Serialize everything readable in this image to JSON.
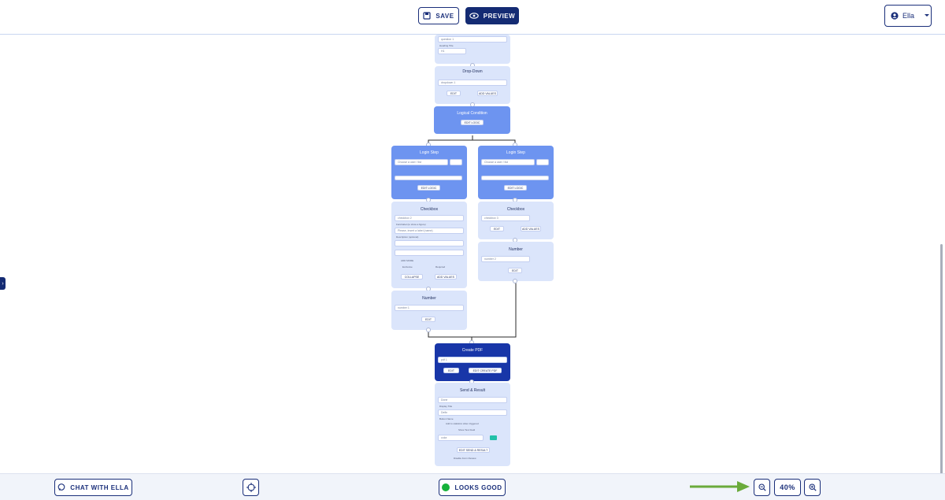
{
  "toolbar": {
    "save_label": "SAVE",
    "preview_label": "PREVIEW"
  },
  "user": {
    "name": "Ella"
  },
  "bottom": {
    "chat_label": "CHAT WITH ELLA",
    "status_label": "LOOKS GOOD",
    "zoom_level": "40%"
  },
  "colors": {
    "accent": "#142b73",
    "node_light": "#dbe5fb",
    "node_mid": "#6d94f0",
    "node_dark": "#1836a8",
    "status_green": "#16b23a",
    "arrow_green": "#6aaa3b"
  },
  "flow": {
    "top_field_1": "question 1",
    "top_hint": "Heading Title",
    "top_select": "H1",
    "dropdown": {
      "title": "Drop-Down",
      "field": "dropdown 1",
      "edit": "EDIT",
      "add_values": "ADD VALUES"
    },
    "logical": {
      "title": "Logical Condition",
      "edit_logic": "EDIT LOGIC"
    },
    "login_left": {
      "title": "Login Step",
      "field": "Choose a user / list",
      "edit_logic": "EDIT LOGIC"
    },
    "login_right": {
      "title": "Login Step",
      "field": "Choose a user / list",
      "edit_logic": "EDIT LOGIC"
    },
    "checkbox_left": {
      "title": "Checkbox",
      "field": "checkbox 2",
      "hint_1": "Field label (to show a figure)",
      "hint_2": "Please, insert a label (name)",
      "hint_3": "Description (optional)",
      "add_more": "ADD MORE",
      "exclusive": "Exclusive",
      "required": "Required",
      "collapse": "COLLAPSE",
      "add_values": "ADD VALUES"
    },
    "checkbox_right": {
      "title": "Checkbox",
      "field": "checkbox 3",
      "edit": "EDIT",
      "add_values": "ADD VALUES"
    },
    "number_left": {
      "title": "Number",
      "field": "number 1",
      "edit": "EDIT"
    },
    "number_right": {
      "title": "Number",
      "field": "number 2",
      "edit": "EDIT"
    },
    "create_pdf": {
      "title": "Create PDF",
      "field": "pdf 1",
      "edit": "EDIT",
      "edit_pdf": "EDIT CREATE PDF"
    },
    "send": {
      "title": "Send & Result",
      "field_1": "Done",
      "hint_1": "Display Title",
      "field_2": "Defin",
      "hint_2": "Button Name",
      "opt_1": "Add to statistics when triggered",
      "opt_2": "Show Text Field",
      "color_label": "color",
      "edit": "EDIT SEND & RESULT",
      "footer": "Disable Form Review"
    }
  }
}
